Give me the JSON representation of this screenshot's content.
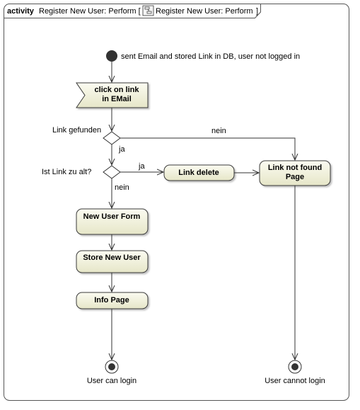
{
  "frame": {
    "keyword": "activity",
    "title_prefix": "Register New User: Perform [",
    "title_main": "Register New User: Perform",
    "title_suffix": "]",
    "icon": "activity-diagram-icon"
  },
  "initial": {
    "label": "sent Email and stored Link in DB, user not logged in"
  },
  "event": {
    "line1": "click on link",
    "line2": "in EMail"
  },
  "decision1": {
    "label": "Link gefunden",
    "yes": "ja",
    "no": "nein"
  },
  "decision2": {
    "label": "Ist Link zu alt?",
    "yes": "ja",
    "no": "nein"
  },
  "actions": {
    "link_delete": "Link delete",
    "not_found_line1": "Link not found",
    "not_found_line2": "Page",
    "new_user_form": "New User Form",
    "store_new_user": "Store New User",
    "info_page": "Info Page"
  },
  "finals": {
    "can_login": "User can login",
    "cannot_login": "User cannot login"
  },
  "colors": {
    "action_fill_top": "#fbfbf1",
    "action_fill_bottom": "#e6e6c8",
    "stroke": "#3a3a3a",
    "line": "#333333"
  }
}
